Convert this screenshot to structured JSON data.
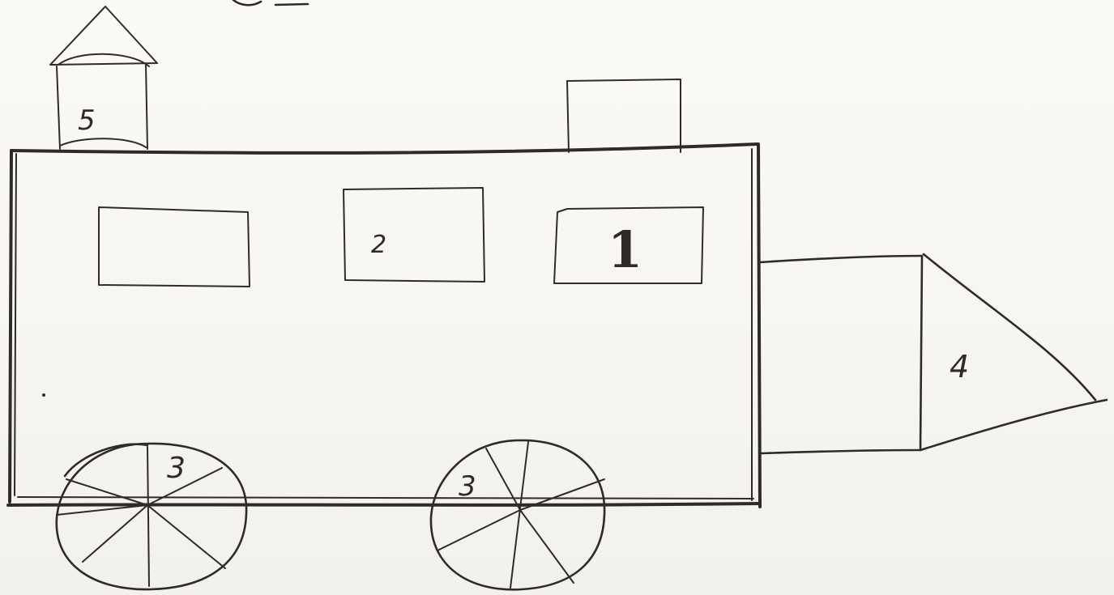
{
  "drawing": {
    "labels": {
      "window_right": "1",
      "window_middle": "2",
      "wheel_left": "3",
      "wheel_right": "3",
      "front_cone": "4",
      "chimney": "5"
    }
  }
}
